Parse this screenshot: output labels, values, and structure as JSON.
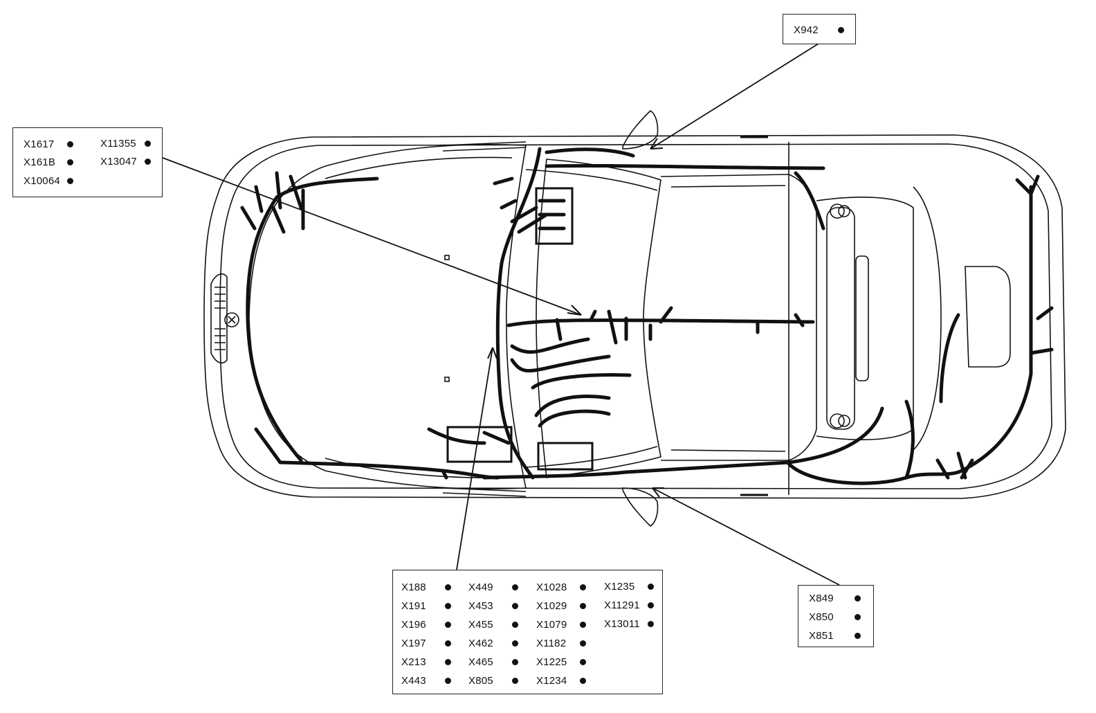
{
  "colors": {
    "line": "#111111",
    "harness": "#111111",
    "box_border": "#222222",
    "background": "#ffffff"
  },
  "connector_groups": [
    {
      "id": "top-left",
      "items": [
        {
          "label": "X1617"
        },
        {
          "label": "X161B"
        },
        {
          "label": "X10064"
        },
        {
          "label": "X11355"
        },
        {
          "label": "X13047"
        }
      ]
    },
    {
      "id": "top-right",
      "items": [
        {
          "label": "X942"
        }
      ]
    },
    {
      "id": "bottom-center",
      "items": [
        {
          "label": "X188"
        },
        {
          "label": "X191"
        },
        {
          "label": "X196"
        },
        {
          "label": "X197"
        },
        {
          "label": "X213"
        },
        {
          "label": "X443"
        },
        {
          "label": "X449"
        },
        {
          "label": "X453"
        },
        {
          "label": "X455"
        },
        {
          "label": "X462"
        },
        {
          "label": "X465"
        },
        {
          "label": "X805"
        },
        {
          "label": "X1028"
        },
        {
          "label": "X1029"
        },
        {
          "label": "X1079"
        },
        {
          "label": "X1182"
        },
        {
          "label": "X1225"
        },
        {
          "label": "X1234"
        },
        {
          "label": "X1235"
        },
        {
          "label": "X11291"
        },
        {
          "label": "X13011"
        }
      ]
    },
    {
      "id": "bottom-right",
      "items": [
        {
          "label": "X849"
        },
        {
          "label": "X850"
        },
        {
          "label": "X851"
        }
      ]
    }
  ]
}
